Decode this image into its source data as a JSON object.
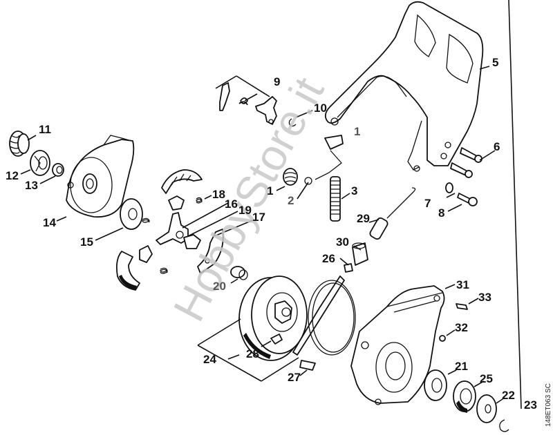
{
  "diagram": {
    "type": "exploded-parts-diagram",
    "watermark": "HobbyStore.it",
    "drawing_code": "148ET063 SC",
    "parts": [
      {
        "id": "1",
        "name": "torsion-spring"
      },
      {
        "id": "2",
        "name": "lever"
      },
      {
        "id": "3",
        "name": "compression-spring"
      },
      {
        "id": "5",
        "name": "hand-guard"
      },
      {
        "id": "6",
        "name": "screw"
      },
      {
        "id": "7",
        "name": "washer"
      },
      {
        "id": "8",
        "name": "bolt"
      },
      {
        "id": "9",
        "name": "lever-set"
      },
      {
        "id": "10",
        "name": "e-clip"
      },
      {
        "id": "11",
        "name": "nut"
      },
      {
        "id": "12",
        "name": "washer-spider"
      },
      {
        "id": "13",
        "name": "bushing"
      },
      {
        "id": "14",
        "name": "sprocket-cover"
      },
      {
        "id": "15",
        "name": "washer"
      },
      {
        "id": "16",
        "name": "clutch-carrier"
      },
      {
        "id": "17",
        "name": "clutch-shoe"
      },
      {
        "id": "18",
        "name": "clutch-spring"
      },
      {
        "id": "19",
        "name": "clutch-slide"
      },
      {
        "id": "20",
        "name": "needle-cage"
      },
      {
        "id": "21",
        "name": "washer"
      },
      {
        "id": "22",
        "name": "washer"
      },
      {
        "id": "23",
        "name": "e-clip"
      },
      {
        "id": "24",
        "name": "clutch-drum-set"
      },
      {
        "id": "25",
        "name": "rim-sprocket"
      },
      {
        "id": "26",
        "name": "sleeve"
      },
      {
        "id": "27",
        "name": "pin"
      },
      {
        "id": "28",
        "name": "clip"
      },
      {
        "id": "29",
        "name": "tension-spring"
      },
      {
        "id": "30",
        "name": "sleeve"
      },
      {
        "id": "31",
        "name": "brake-housing"
      },
      {
        "id": "32",
        "name": "screw"
      },
      {
        "id": "33",
        "name": "screw"
      }
    ]
  }
}
